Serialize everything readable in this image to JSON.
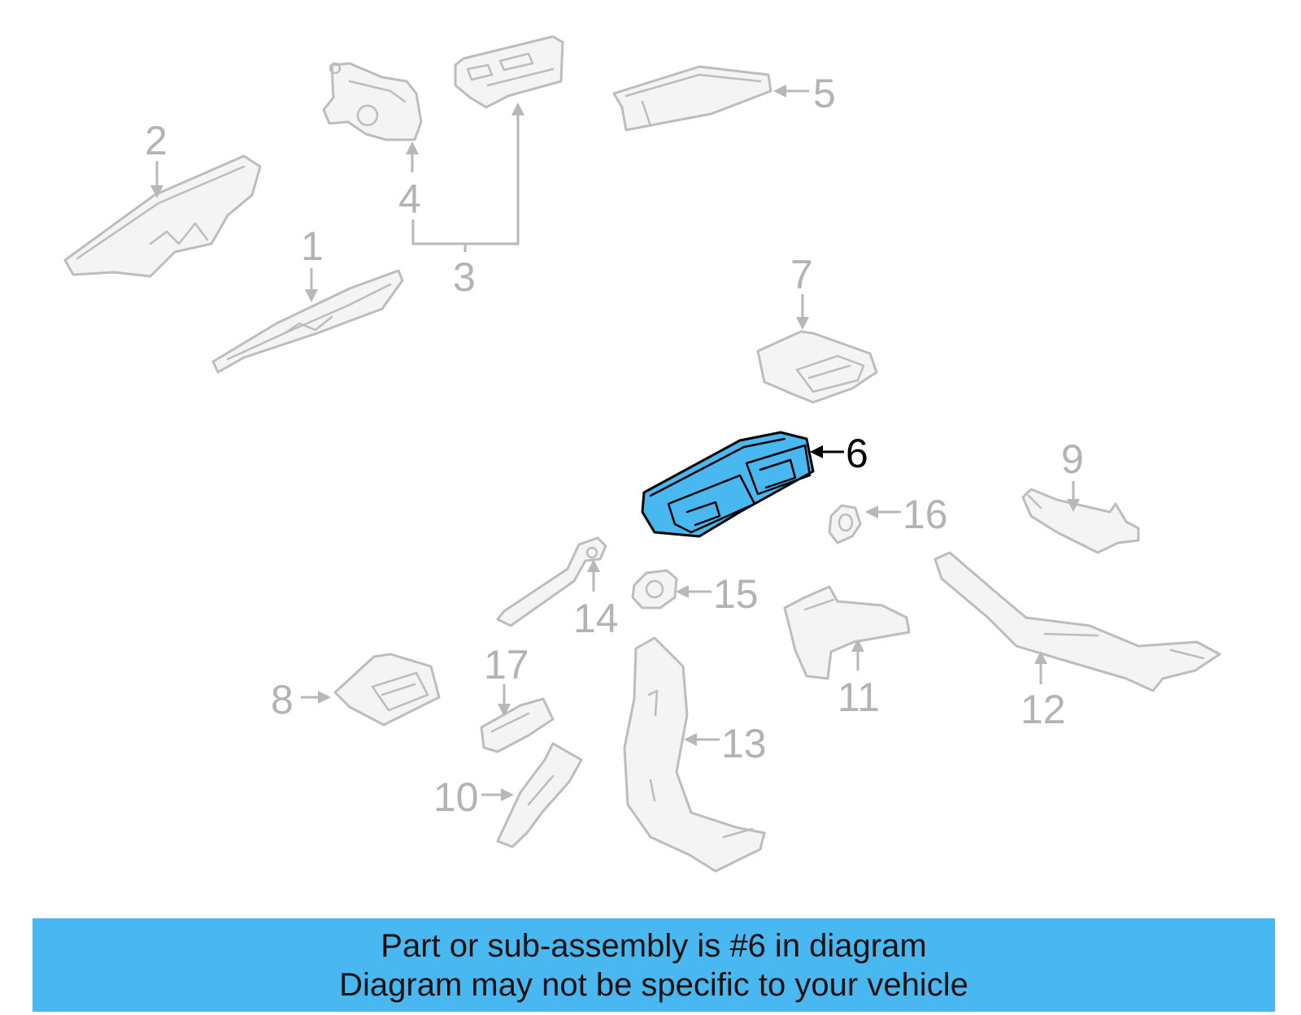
{
  "highlight_color": "#4ab8f0",
  "callouts": {
    "c1": "1",
    "c2": "2",
    "c3": "3",
    "c4": "4",
    "c5": "5",
    "c6": "6",
    "c7": "7",
    "c8": "8",
    "c9": "9",
    "c10": "10",
    "c11": "11",
    "c12": "12",
    "c13": "13",
    "c14": "14",
    "c15": "15",
    "c16": "16",
    "c17": "17"
  },
  "banner": {
    "line1": "Part or sub-assembly is #6 in diagram",
    "line2": "Diagram may not be specific to your vehicle"
  }
}
